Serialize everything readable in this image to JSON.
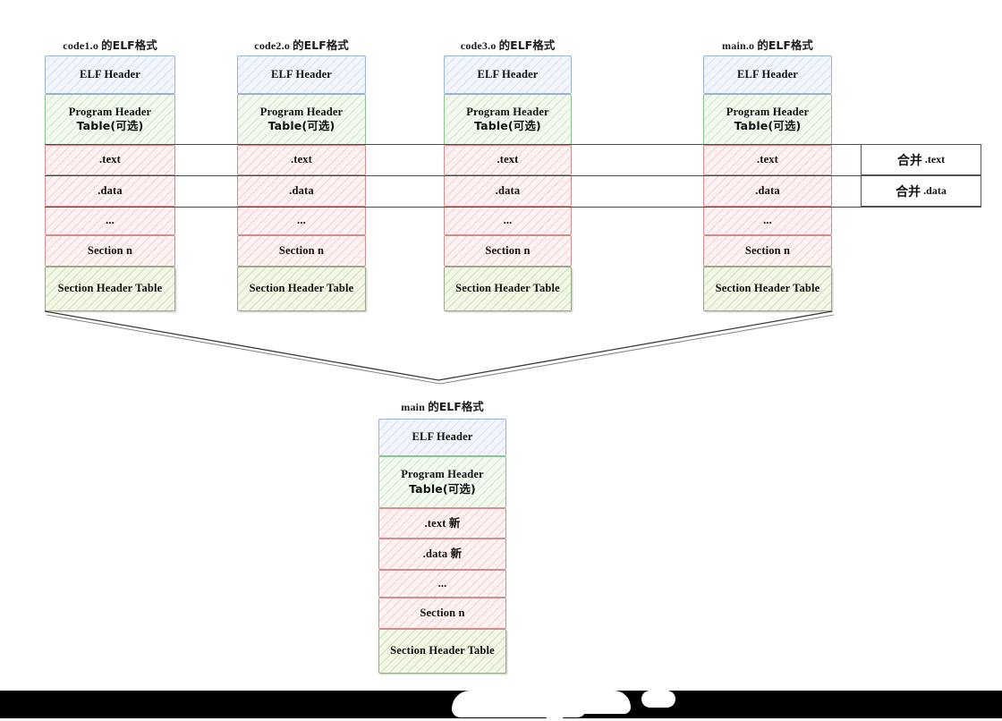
{
  "diagram": {
    "title_suffix_cn": "的ELF格式",
    "merge_label_cn": "合并",
    "new_suffix_cn": "新",
    "colors": {
      "header_blue_border": "#9bb4d6",
      "header_blue_fill": "#f2f6fc",
      "pht_green_border": "#8cc08c",
      "pht_green_fill": "#f3f9ef",
      "section_red_border": "#cf8d8d",
      "section_red_fill": "#fdf1f1",
      "sht_olive_border": "#9aa88a",
      "sht_olive_fill": "#f1f7e4",
      "connector_line": "#4a4a4a",
      "bottom_band": "#000000"
    },
    "object_files": [
      {
        "name": "code1.o",
        "title_prefix": "code1.o",
        "sections": [
          {
            "label": "ELF Header",
            "style": "blue"
          },
          {
            "label": "Program Header",
            "label2": "Table(可选)",
            "style": "green"
          },
          {
            "label": ".text",
            "style": "red"
          },
          {
            "label": ".data",
            "style": "red"
          },
          {
            "label": "...",
            "style": "red"
          },
          {
            "label": "Section n",
            "style": "red"
          },
          {
            "label": "Section Header Table",
            "style": "sht"
          }
        ]
      },
      {
        "name": "code2.o",
        "title_prefix": "code2.o",
        "sections": [
          {
            "label": "ELF Header",
            "style": "blue"
          },
          {
            "label": "Program Header",
            "label2": "Table(可选)",
            "style": "green"
          },
          {
            "label": ".text",
            "style": "red"
          },
          {
            "label": ".data",
            "style": "red"
          },
          {
            "label": "...",
            "style": "red"
          },
          {
            "label": "Section n",
            "style": "red"
          },
          {
            "label": "Section Header Table",
            "style": "sht"
          }
        ]
      },
      {
        "name": "code3.o",
        "title_prefix": "code3.o",
        "sections": [
          {
            "label": "ELF Header",
            "style": "blue"
          },
          {
            "label": "Program Header",
            "label2": "Table(可选)",
            "style": "green"
          },
          {
            "label": ".text",
            "style": "red"
          },
          {
            "label": ".data",
            "style": "red"
          },
          {
            "label": "...",
            "style": "red"
          },
          {
            "label": "Section n",
            "style": "red"
          },
          {
            "label": "Section Header Table",
            "style": "sht"
          }
        ]
      },
      {
        "name": "main.o",
        "title_prefix": "main.o",
        "sections": [
          {
            "label": "ELF Header",
            "style": "blue"
          },
          {
            "label": "Program Header",
            "label2": "Table(可选)",
            "style": "green"
          },
          {
            "label": ".text",
            "style": "red"
          },
          {
            "label": ".data",
            "style": "red"
          },
          {
            "label": "...",
            "style": "red"
          },
          {
            "label": "Section n",
            "style": "red"
          },
          {
            "label": "Section Header Table",
            "style": "sht"
          }
        ]
      }
    ],
    "merge_annotations": [
      {
        "cn": "合并",
        "en": ".text"
      },
      {
        "cn": "合并",
        "en": ".data"
      }
    ],
    "output_file": {
      "name": "main",
      "title_prefix": "main",
      "sections": [
        {
          "label": "ELF Header",
          "style": "blue"
        },
        {
          "label": "Program Header",
          "label2": "Table(可选)",
          "style": "green"
        },
        {
          "label": ".text",
          "cn_suffix": "新",
          "style": "red"
        },
        {
          "label": ".data",
          "cn_suffix": "新",
          "style": "red"
        },
        {
          "label": "...",
          "style": "red"
        },
        {
          "label": "Section n",
          "style": "red"
        },
        {
          "label": "Section Header Table",
          "style": "sht"
        }
      ]
    }
  }
}
